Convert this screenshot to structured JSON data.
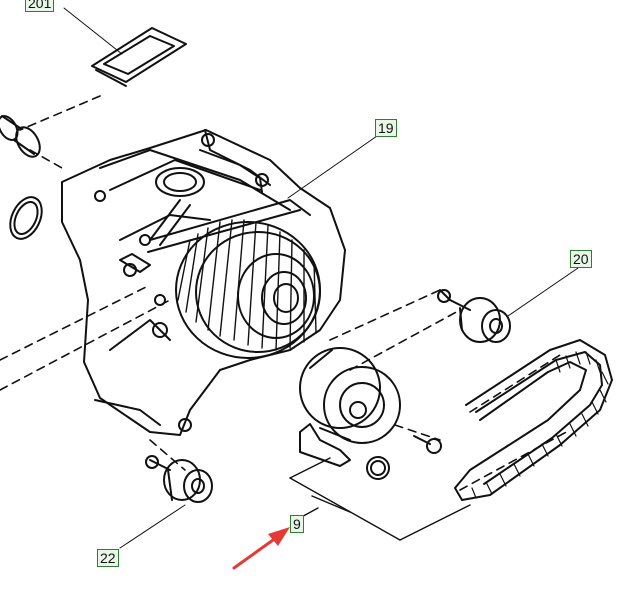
{
  "diagram": {
    "labels": [
      {
        "id": "201",
        "text": "201"
      },
      {
        "id": "19",
        "text": "19"
      },
      {
        "id": "20",
        "text": "20"
      },
      {
        "id": "22",
        "text": "22"
      },
      {
        "id": "9",
        "text": "9"
      }
    ],
    "colors": {
      "line": "#111111",
      "label_border": "#2e7d32",
      "label_fill": "#e9f7e9",
      "arrow": "#e53935"
    }
  }
}
